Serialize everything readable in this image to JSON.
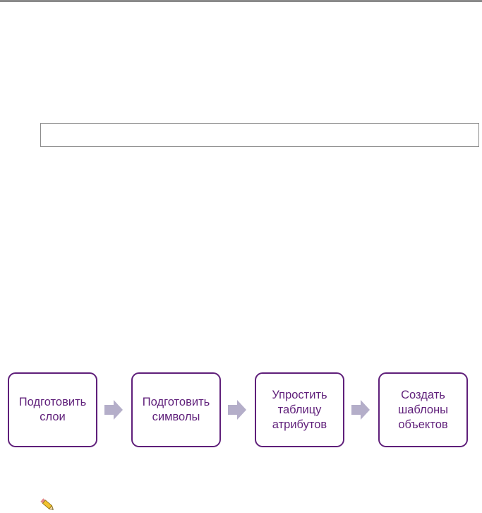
{
  "colors": {
    "accent": "#5f1f7a",
    "arrow": "#b4aec9",
    "rule": "#8a8a8a"
  },
  "empty_field": {
    "value": ""
  },
  "flow": {
    "steps": [
      {
        "label": "Подготовить\nслои"
      },
      {
        "label": "Подготовить\nсимволы"
      },
      {
        "label": "Упростить\nтаблицу\nатрибутов"
      },
      {
        "label": "Создать\nшаблоны\nобъектов"
      }
    ],
    "arrow_icon": "right-arrow-icon"
  },
  "note_icon": "pencil-icon"
}
